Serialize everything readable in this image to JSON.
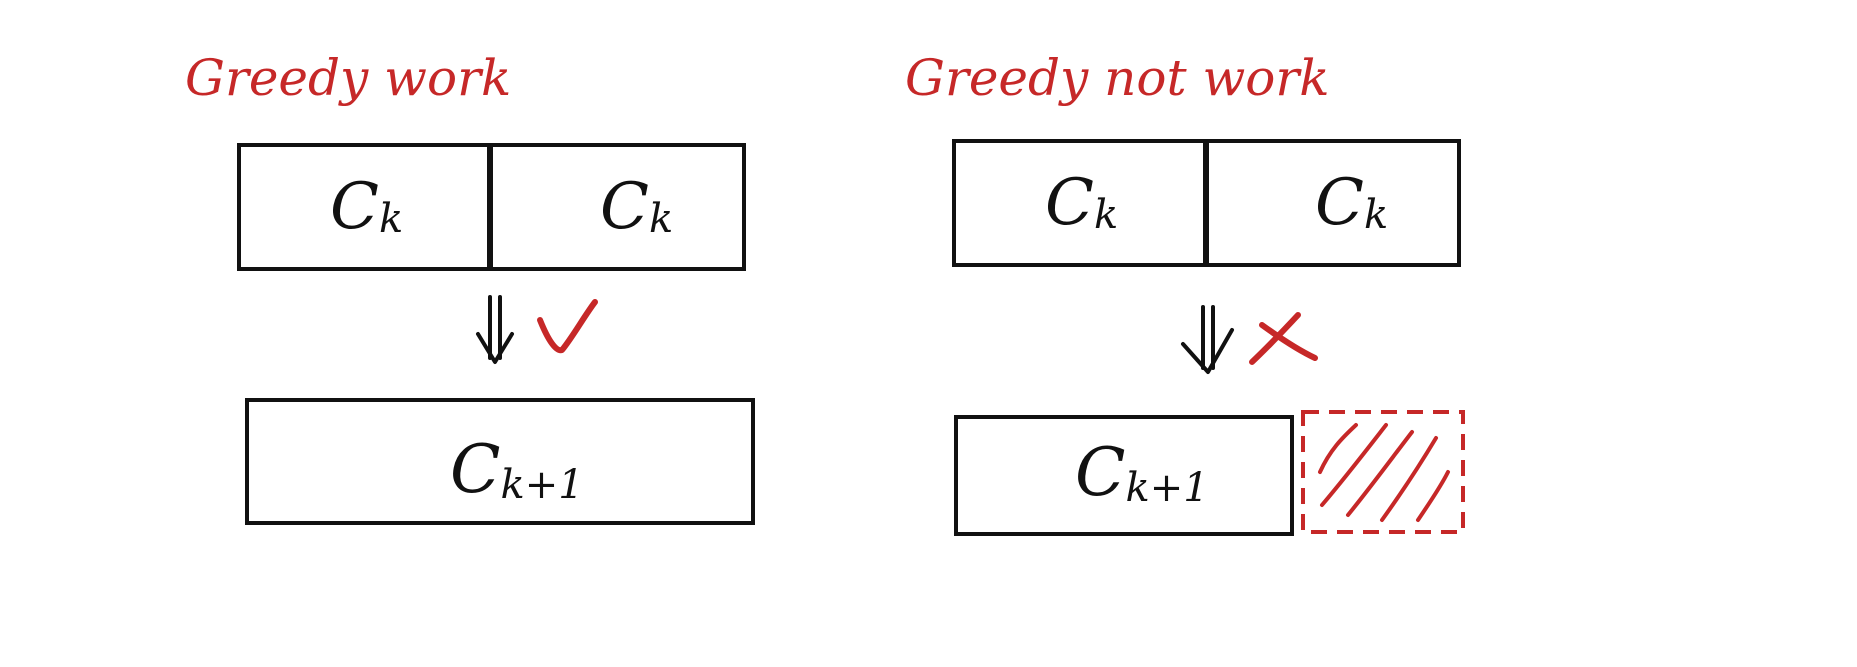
{
  "colors": {
    "annotation_red": "#c62828",
    "ink_black": "#111111",
    "background": "#ffffff"
  },
  "left_panel": {
    "title": "Greedy work",
    "top_blocks": [
      {
        "base": "C",
        "sub": "k"
      },
      {
        "base": "C",
        "sub": "k"
      }
    ],
    "arrow_icon": "double-down-arrow",
    "mark_icon": "checkmark",
    "result_block": {
      "base": "C",
      "sub": "k+1"
    }
  },
  "right_panel": {
    "title": "Greedy not work",
    "top_blocks": [
      {
        "base": "C",
        "sub": "k"
      },
      {
        "base": "C",
        "sub": "k"
      }
    ],
    "arrow_icon": "double-down-arrow",
    "mark_icon": "cross-mark",
    "result_block": {
      "base": "C",
      "sub": "k+1"
    },
    "leftover_icon": "hatched-gap"
  }
}
